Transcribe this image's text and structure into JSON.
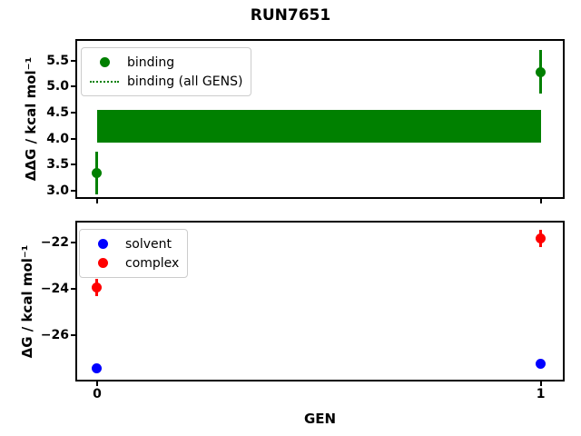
{
  "figure": {
    "title": "RUN7651",
    "xlabel": "GEN",
    "background": "#ffffff"
  },
  "chart_data": [
    {
      "type": "scatter",
      "name": "ddg-subplot",
      "ylabel": "ΔΔG / kcal mol⁻¹",
      "xlabel": "GEN",
      "xlim": [
        -0.045,
        1.05
      ],
      "ylim": [
        2.88,
        5.88
      ],
      "grid": false,
      "yticks": [
        {
          "value": 5.5,
          "label": "5.5"
        },
        {
          "value": 5.0,
          "label": "5.0"
        },
        {
          "value": 4.5,
          "label": "4.5"
        },
        {
          "value": 4.0,
          "label": "4.0"
        },
        {
          "value": 3.5,
          "label": "3.5"
        },
        {
          "value": 3.0,
          "label": "3.0"
        }
      ],
      "xticks": [
        {
          "value": 0,
          "label": ""
        },
        {
          "value": 1,
          "label": ""
        }
      ],
      "series": [
        {
          "name": "binding",
          "label": "binding",
          "color": "#008000",
          "marker": "circle",
          "x": [
            0,
            1
          ],
          "y": [
            3.35,
            5.28
          ],
          "yerr": [
            0.41,
            0.42
          ]
        }
      ],
      "band": {
        "name": "binding-all-gens",
        "label": "binding (all GENS)",
        "color": "#008000",
        "x": [
          0,
          1
        ],
        "ylo": 3.93,
        "yhi": 4.55
      },
      "legend": {
        "position": "upper left",
        "entries": [
          "binding",
          "binding (all GENS)"
        ]
      }
    },
    {
      "type": "scatter",
      "name": "dg-subplot",
      "ylabel": "ΔG / kcal mol⁻¹",
      "xlabel": "GEN",
      "xlim": [
        -0.045,
        1.05
      ],
      "ylim": [
        -27.92,
        -21.15
      ],
      "grid": false,
      "yticks": [
        {
          "value": -22,
          "label": "−22"
        },
        {
          "value": -24,
          "label": "−24"
        },
        {
          "value": -26,
          "label": "−26"
        }
      ],
      "xticks": [
        {
          "value": 0,
          "label": "0"
        },
        {
          "value": 1,
          "label": "1"
        }
      ],
      "series": [
        {
          "name": "solvent",
          "label": "solvent",
          "color": "#0000ff",
          "marker": "circle",
          "x": [
            0,
            1
          ],
          "y": [
            -27.45,
            -27.25
          ],
          "yerr": [
            0.08,
            0.08
          ]
        },
        {
          "name": "complex",
          "label": "complex",
          "color": "#ff0000",
          "marker": "circle",
          "x": [
            0,
            1
          ],
          "y": [
            -23.95,
            -21.85
          ],
          "yerr": [
            0.37,
            0.37
          ]
        }
      ],
      "legend": {
        "position": "upper left",
        "entries": [
          "solvent",
          "complex"
        ]
      }
    }
  ]
}
